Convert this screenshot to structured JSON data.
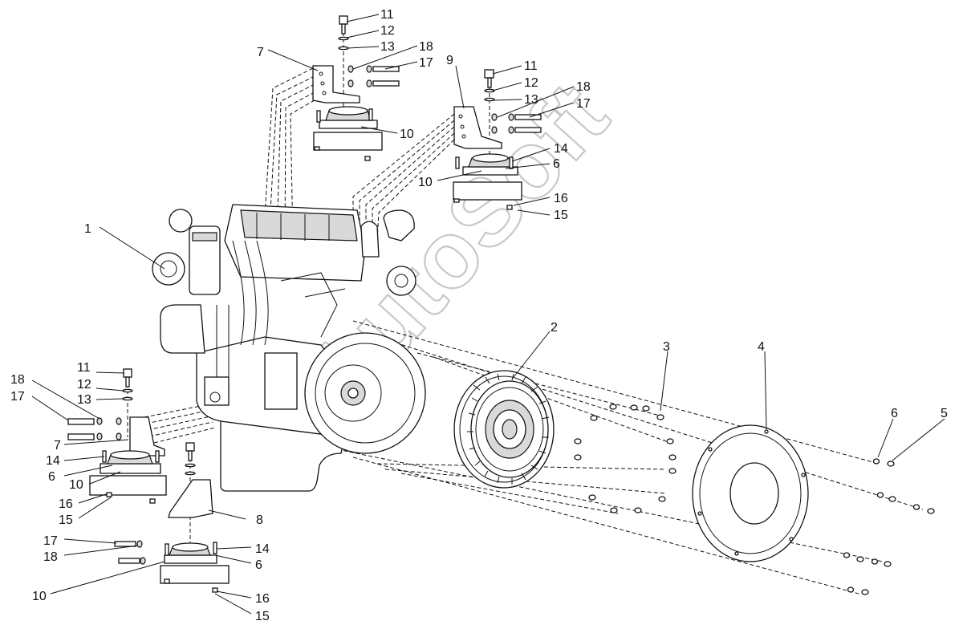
{
  "watermark": "AutoSoft",
  "callouts": {
    "c1": "1",
    "c2": "2",
    "c3": "3",
    "c4": "4",
    "c5": "5",
    "c6a": "6",
    "c6b": "6",
    "c6c": "6",
    "c6d": "6",
    "c7a": "7",
    "c7b": "7",
    "c8": "8",
    "c9": "9",
    "c10a": "10",
    "c10b": "10",
    "c10c": "10",
    "c10d": "10",
    "c11a": "11",
    "c11b": "11",
    "c11c": "11",
    "c12a": "12",
    "c12b": "12",
    "c12c": "12",
    "c13a": "13",
    "c13b": "13",
    "c13c": "13",
    "c14a": "14",
    "c14b": "14",
    "c14c": "14",
    "c15a": "15",
    "c15b": "15",
    "c15c": "15",
    "c16a": "16",
    "c16b": "16",
    "c16c": "16",
    "c17a": "17",
    "c17b": "17",
    "c17c": "17",
    "c17d": "17",
    "c18a": "18",
    "c18b": "18",
    "c18c": "18",
    "c18d": "18"
  }
}
